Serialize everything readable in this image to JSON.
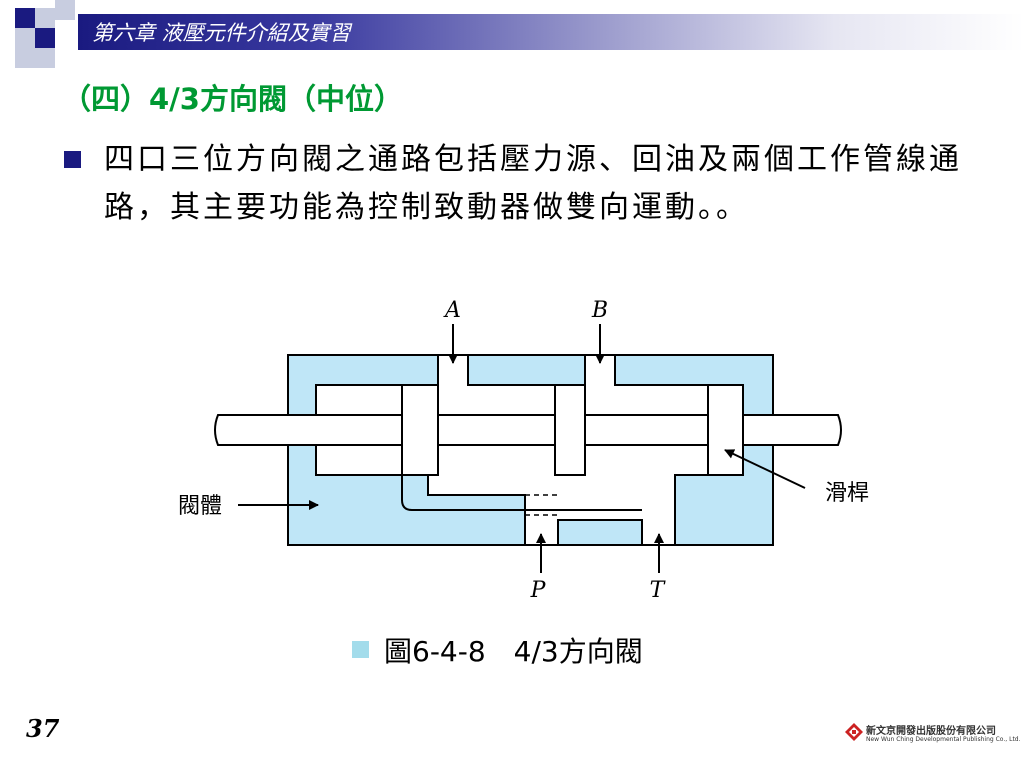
{
  "header": {
    "chapter_title": "第六章 液壓元件介紹及實習"
  },
  "slide": {
    "title": "（四）4/3方向閥（中位）",
    "bullet_text": "四口三位方向閥之通路包括壓力源、回油及兩個工作管線通路，其主要功能為控制致動器做雙向運動。。"
  },
  "diagram": {
    "port_a": "A",
    "port_b": "B",
    "port_p": "P",
    "port_t": "T",
    "label_body": "閥體",
    "label_spool": "滑桿",
    "colors": {
      "body_fill": "#bfe6f7",
      "stroke": "#000000"
    }
  },
  "caption": {
    "text": "圖6-4-8　4/3方向閥"
  },
  "footer": {
    "page_number": "37",
    "publisher": "新文京開發出版股份有限公司",
    "publisher_en": "New Wun Ching Developmental Publishing Co., Ltd."
  },
  "colors": {
    "title_green": "#009933",
    "header_navy": "#1a1a80",
    "caption_bullet": "#a3dceb"
  }
}
